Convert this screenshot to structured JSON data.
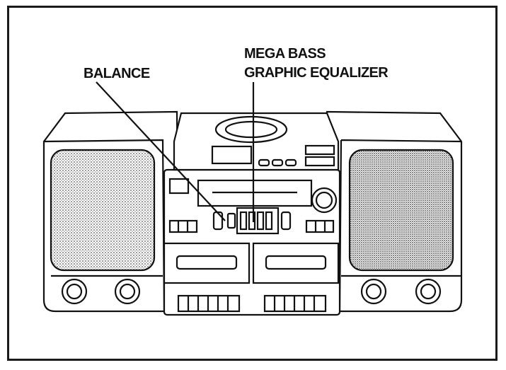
{
  "labels": {
    "balance": "BALANCE",
    "mega_bass_line1": "MEGA BASS",
    "mega_bass_line2": "GRAPHIC EQUALIZER"
  },
  "colors": {
    "ink": "#111111",
    "speaker_grille": "#9a9a9a",
    "background": "#ffffff"
  }
}
